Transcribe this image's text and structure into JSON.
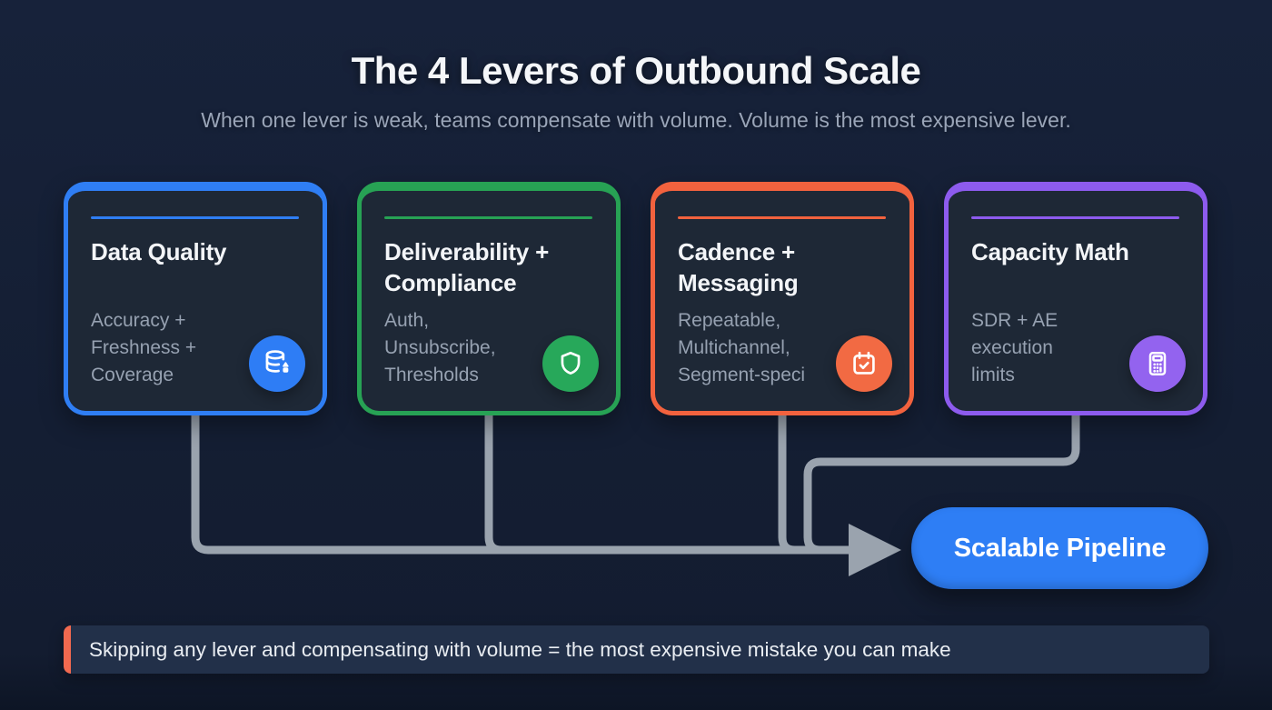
{
  "header": {
    "title": "The 4 Levers of Outbound Scale",
    "subtitle": "When one lever is weak, teams compensate with volume. Volume is the most expensive lever."
  },
  "cards": [
    {
      "title": "Data Quality",
      "body": "Accuracy +\nFreshness +\nCoverage",
      "icon": "database-icon",
      "accent_color": "#2f7ef4"
    },
    {
      "title": "Deliverability + Compliance",
      "body": "Auth,\nUnsubscribe,\nThresholds",
      "icon": "shield-icon",
      "accent_color": "#27a254"
    },
    {
      "title": "Cadence + Messaging",
      "body": "Repeatable,\nMultichannel,\nSegment-speci",
      "icon": "calendar-check-icon",
      "accent_color": "#f2623e"
    },
    {
      "title": "Capacity Math",
      "body": "SDR + AE\nexecution\nlimits",
      "icon": "calculator-icon",
      "accent_color": "#8d5bee"
    }
  ],
  "result": {
    "label": "Scalable Pipeline",
    "bg_color": "#2e7ef5"
  },
  "callout": {
    "text": "Skipping any lever and compensating with volume = the most expensive mistake you can make",
    "accent_color": "#f2694f"
  },
  "connector_color": "#9aa3ae"
}
